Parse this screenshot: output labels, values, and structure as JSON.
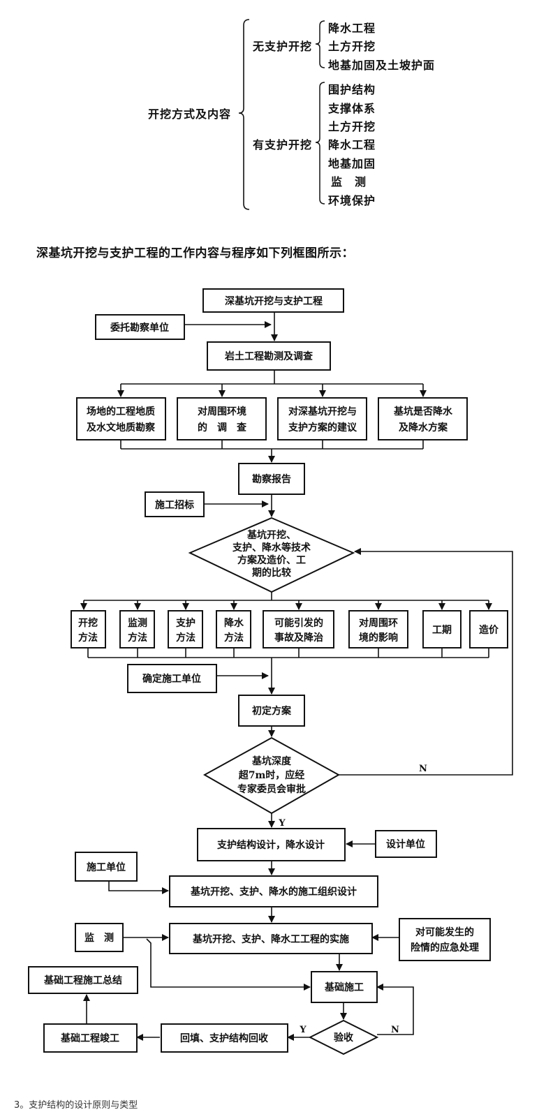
{
  "tree": {
    "root": "开挖方式及内容",
    "unsupported": {
      "label": "无支护开挖",
      "items": [
        "降水工程",
        "土方开挖",
        "地基加固及土坡护面"
      ]
    },
    "supported": {
      "label": "有支护开挖",
      "items": [
        "围护结构",
        "支撑体系",
        "土方开挖",
        "降水工程",
        "地基加固",
        "监　测",
        "环境保护"
      ]
    }
  },
  "intro": "深基坑开挖与支护工程的工作内容与程序如下列框图所示：",
  "flow": {
    "title": "深基坑开挖与支护工程",
    "entrust": "委托勘察单位",
    "survey": "岩土工程勘测及调查",
    "survey_items": [
      [
        "场地的工程地质",
        "及水文地质勘察"
      ],
      [
        "对周围环境",
        "的　调　查"
      ],
      [
        "对深基坑开挖与",
        "支护方案的建议"
      ],
      [
        "基坑是否降水",
        "及降水方案"
      ]
    ],
    "report": "勘察报告",
    "bidding": "施工招标",
    "compare": [
      "基坑开挖、",
      "支护、降水等技术",
      "方案及造价、工",
      "期的比较"
    ],
    "compare_items": [
      [
        "开挖",
        "方法"
      ],
      [
        "监测",
        "方法"
      ],
      [
        "支护",
        "方法"
      ],
      [
        "降水",
        "方法"
      ],
      [
        "可能引发的",
        "事故及降治"
      ],
      [
        "对周围环",
        "境的影响"
      ],
      [
        "工期"
      ],
      [
        "造价"
      ]
    ],
    "determine": "确定施工单位",
    "initial": "初定方案",
    "review": [
      "基坑深度",
      "超7m时，应经",
      "专家委员会审批"
    ],
    "yes": "Y",
    "no": "N",
    "design": "支护结构设计，降水设计",
    "design_unit": "设计单位",
    "construction_unit": "施工单位",
    "org_design": "基坑开挖、支护、降水的施工组织设计",
    "monitoring": "监　测",
    "implementation": "基坑开挖、支护、降水工工程的实施",
    "emergency": [
      "对可能发生的",
      "险情的应急处理"
    ],
    "foundation": "基础施工",
    "acceptance": "验收",
    "backfill": "回填、支护结构回收",
    "completion": "基础工程竣工",
    "summary": "基础工程施工总结"
  },
  "footer": "3。支护结构的设计原则与类型"
}
